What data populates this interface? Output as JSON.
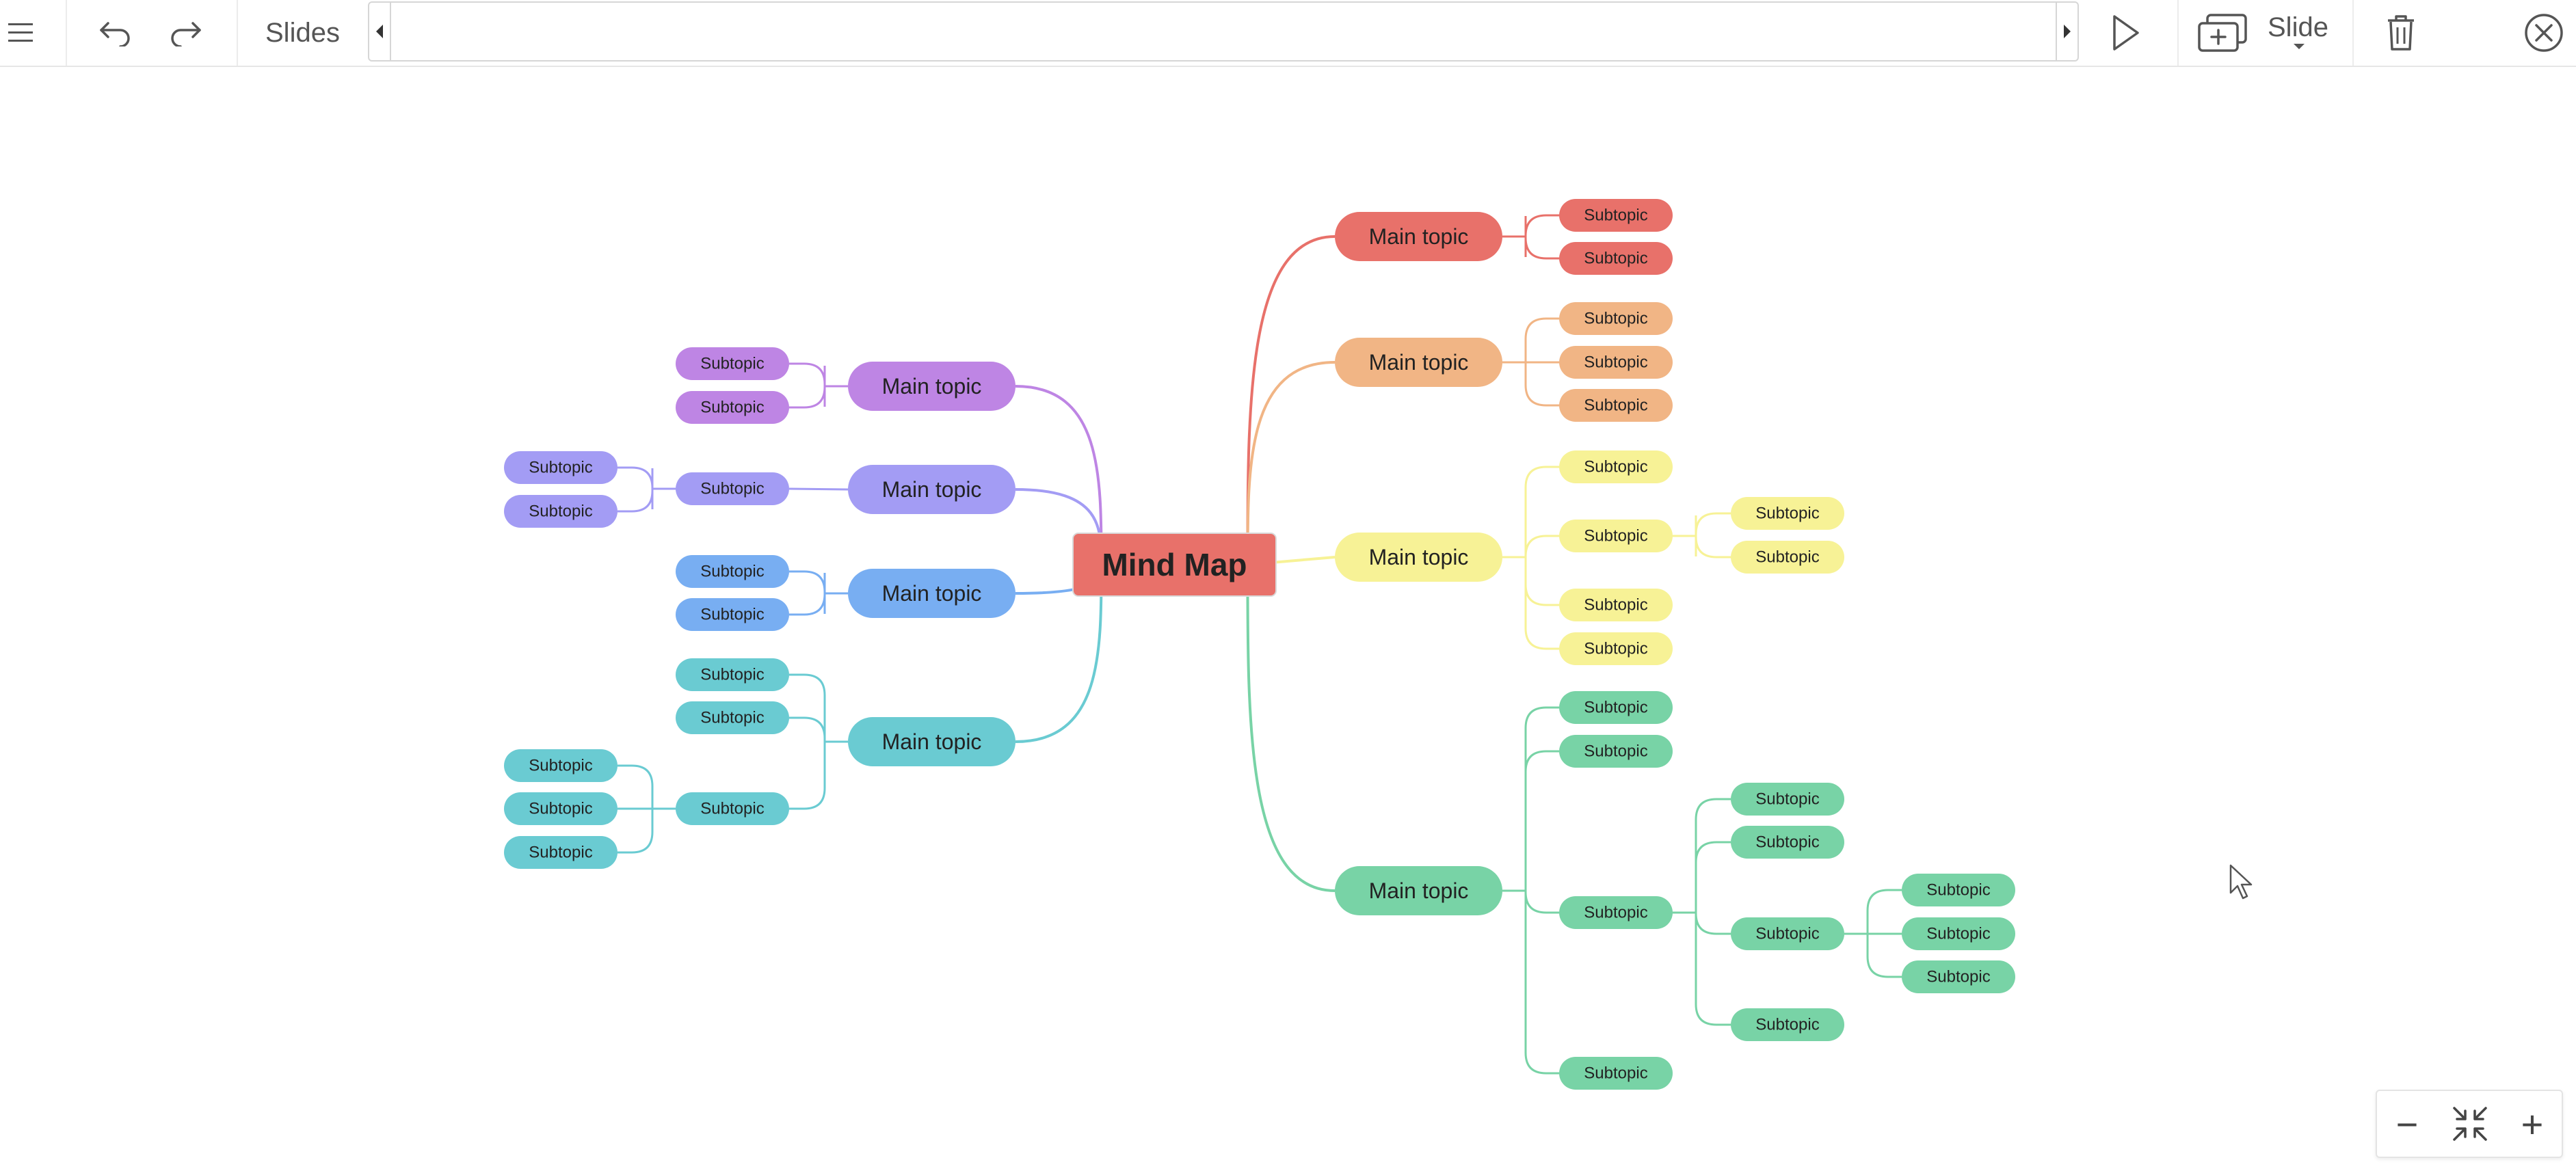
{
  "toolbar": {
    "slides_label": "Slides",
    "slide_button_label": "Slide"
  },
  "zoom": {
    "minus_label": "−",
    "plus_label": "+"
  },
  "colors": {
    "red": "#e8716a",
    "orange": "#f1b585",
    "yellow": "#f7f296",
    "green": "#78d3a6",
    "purple": "#be85e4",
    "violet": "#a39cf4",
    "blue": "#78aef2",
    "teal": "#6acbd2"
  },
  "mindmap": {
    "root": "Mind Map",
    "main_label": "Main topic",
    "sub_label": "Subtopic"
  }
}
